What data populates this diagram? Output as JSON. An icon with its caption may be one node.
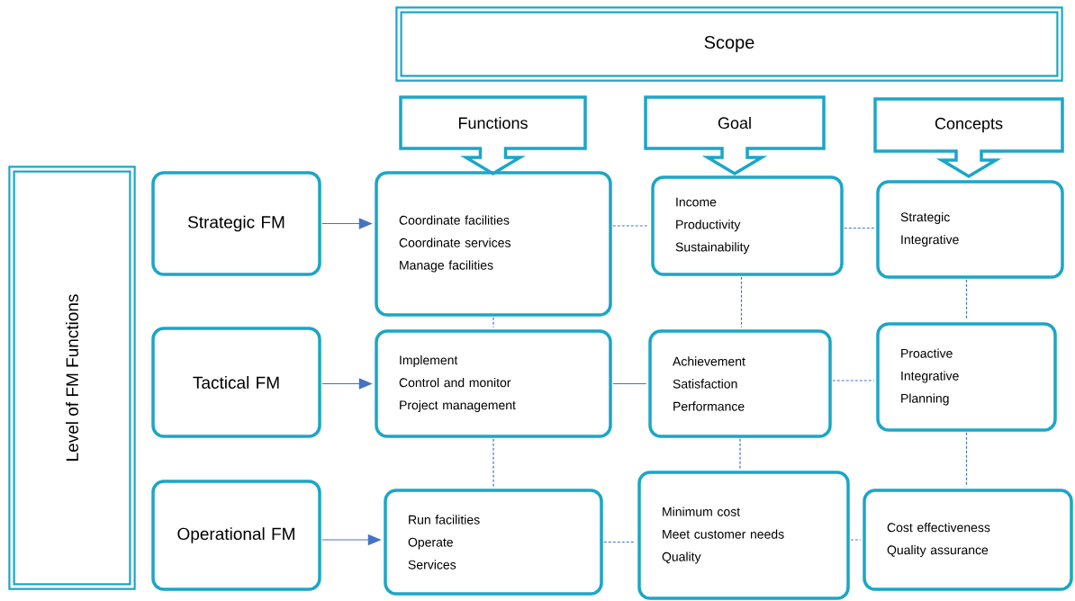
{
  "diagram": {
    "nodes": [
      {
        "text": [
          "Scope"
        ]
      },
      {
        "text": [
          "Functions"
        ]
      },
      {
        "text": [
          "Goal"
        ]
      },
      {
        "text": [
          "Concepts"
        ]
      },
      {
        "text": [
          "Level of FM Functions"
        ]
      },
      {
        "text": [
          "Strategic FM"
        ]
      },
      {
        "text": [
          "Coordinate facilities",
          "Coordinate services",
          "Manage facilities"
        ]
      },
      {
        "text": [
          "Income",
          "Productivity",
          "Sustainability"
        ]
      },
      {
        "text": [
          "Strategic",
          "Integrative"
        ]
      },
      {
        "text": [
          "Tactical FM"
        ]
      },
      {
        "text": [
          "Implement",
          "Control and monitor",
          "Project management"
        ]
      },
      {
        "text": [
          "Achievement",
          "Satisfaction",
          "Performance"
        ]
      },
      {
        "text": [
          "Proactive",
          "Integrative",
          "Planning"
        ]
      },
      {
        "text": [
          "Operational FM"
        ]
      },
      {
        "text": [
          "Run facilities",
          "Operate",
          "Services"
        ]
      },
      {
        "text": [
          "Minimum cost",
          "Meet customer needs",
          "Quality"
        ]
      },
      {
        "text": [
          "Cost effectiveness",
          "Quality assurance"
        ]
      }
    ],
    "edges": [
      {
        "from": 5,
        "to": 6,
        "arrow": "to"
      },
      {
        "from": 9,
        "to": 10,
        "arrow": "to"
      },
      {
        "from": 13,
        "to": 14,
        "arrow": "to"
      },
      {
        "from": 6,
        "to": 7,
        "arrow": "none",
        "style": "dashed"
      },
      {
        "from": 7,
        "to": 8,
        "arrow": "none",
        "style": "dashed"
      },
      {
        "from": 10,
        "to": 11,
        "arrow": "none"
      },
      {
        "from": 11,
        "to": 12,
        "arrow": "none",
        "style": "dashed"
      },
      {
        "from": 14,
        "to": 15,
        "arrow": "none",
        "style": "dashed"
      },
      {
        "from": 15,
        "to": 16,
        "arrow": "none",
        "style": "dashed"
      },
      {
        "from": 6,
        "to": 10,
        "arrow": "none",
        "style": "dashed"
      },
      {
        "from": 10,
        "to": 14,
        "arrow": "none",
        "style": "dashed"
      },
      {
        "from": 7,
        "to": 11,
        "arrow": "none",
        "style": "dashed"
      },
      {
        "from": 11,
        "to": 15,
        "arrow": "none",
        "style": "dashed"
      },
      {
        "from": 8,
        "to": 12,
        "arrow": "none",
        "style": "dashed"
      },
      {
        "from": 12,
        "to": 16,
        "arrow": "none",
        "style": "dashed"
      }
    ]
  }
}
